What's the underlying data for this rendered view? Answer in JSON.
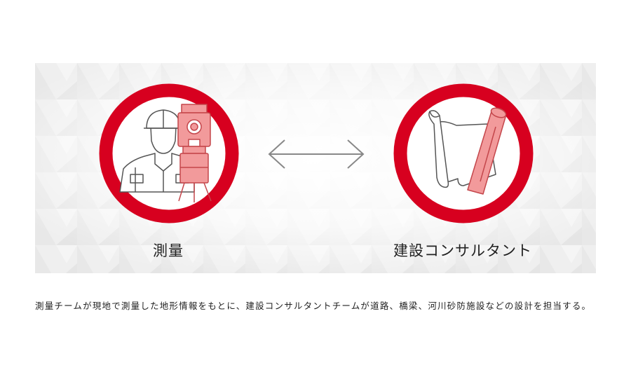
{
  "left_item": {
    "label": "測量",
    "icon": "surveyor-with-total-station-icon"
  },
  "right_item": {
    "label": "建設コンサルタント",
    "icon": "blueprint-rolls-icon"
  },
  "connector": {
    "icon": "double-arrow-icon"
  },
  "description": "測量チームが現地で測量した地形情報をもとに、建設コンサルタントチームが道路、橋梁、河川砂防施設などの設計を担当する。",
  "colors": {
    "accent_red": "#d7001f",
    "equipment_pink": "#f29a9b",
    "panel_bg": "#f2f2f2"
  }
}
